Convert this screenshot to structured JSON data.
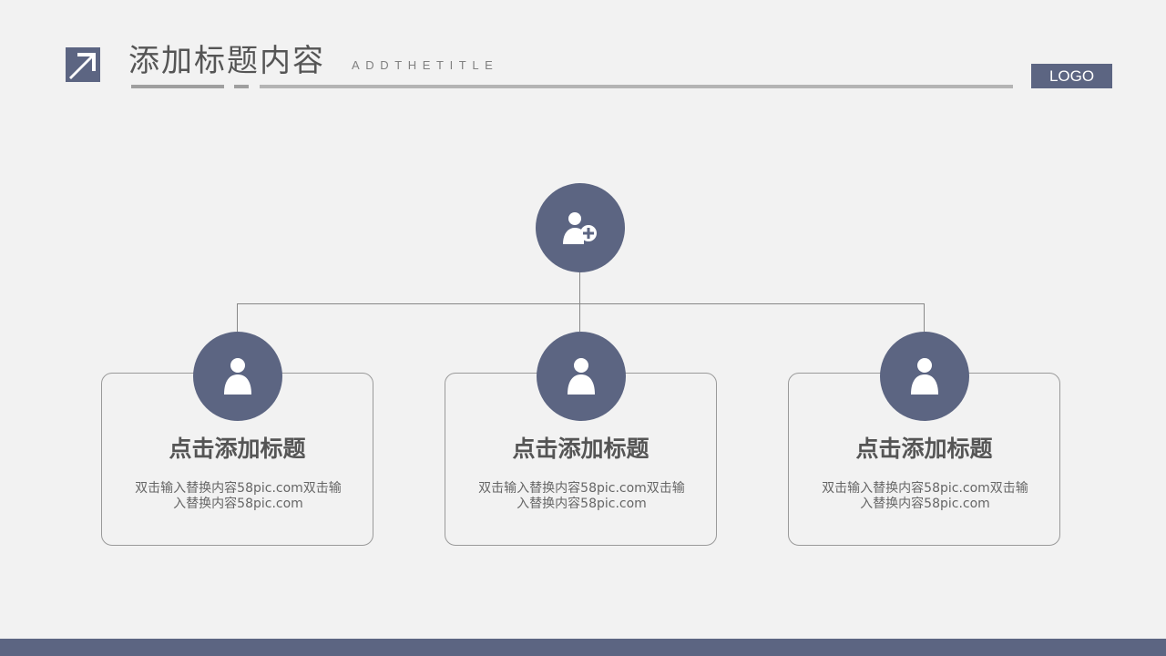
{
  "header": {
    "icon": "arrow-up-right-icon",
    "title": "添加标题内容",
    "subtitle": "ADDTHETITLE",
    "logo": "LOGO"
  },
  "theme": {
    "accent": "#5c6582",
    "background": "#f2f2f2",
    "text": "#555555",
    "line": "#9a9a9a"
  },
  "org_chart": {
    "root": {
      "icon": "add-user-icon"
    },
    "cards": [
      {
        "icon": "user-icon",
        "title": "点击添加标题",
        "desc_line1": "双击输入替换内容58pic.com双击输",
        "desc_line2": "入替换内容58pic.com"
      },
      {
        "icon": "user-icon",
        "title": "点击添加标题",
        "desc_line1": "双击输入替换内容58pic.com双击输",
        "desc_line2": "入替换内容58pic.com"
      },
      {
        "icon": "user-icon",
        "title": "点击添加标题",
        "desc_line1": "双击输入替换内容58pic.com双击输",
        "desc_line2": "入替换内容58pic.com"
      }
    ]
  }
}
